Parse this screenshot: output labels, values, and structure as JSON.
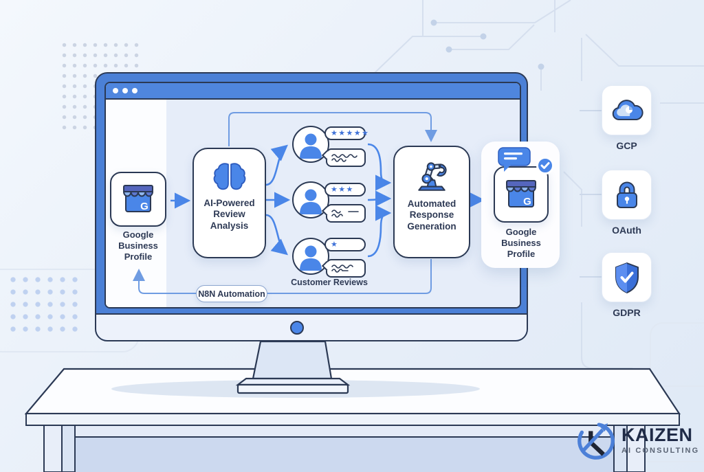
{
  "flow": {
    "gbp_left": {
      "label": "Google\nBusiness\nProfile"
    },
    "ai": {
      "label": "AI-Powered\nReview\nAnalysis"
    },
    "reviews": {
      "label": "Customer Reviews",
      "items": [
        {
          "stars": 5,
          "stars_text": "★★★★★"
        },
        {
          "stars": 3,
          "stars_text": "★★★"
        },
        {
          "stars": 1,
          "stars_text": "★"
        }
      ]
    },
    "arg": {
      "label": "Automated\nResponse\nGeneration"
    },
    "gbp_right": {
      "label": "Google\nBusiness\nProfile"
    },
    "n8n_label": "N8N Automation",
    "gbp_letter": "G"
  },
  "integrations": [
    {
      "label": "GCP"
    },
    {
      "label": "OAuth"
    },
    {
      "label": "GDPR"
    }
  ],
  "logo": {
    "brand": "KAIZEN",
    "tagline": "AI CONSULTING"
  },
  "colors": {
    "accent_blue": "#4a86e8",
    "outline_navy": "#2b3954",
    "bezel_blue": "#4b80d6",
    "screen_bg": "#e6edf9",
    "star_blue": "#3f72d8",
    "text_navy": "#2e3a55",
    "logo_navy": "#1f2b47",
    "logo_gray": "#5a6474"
  }
}
